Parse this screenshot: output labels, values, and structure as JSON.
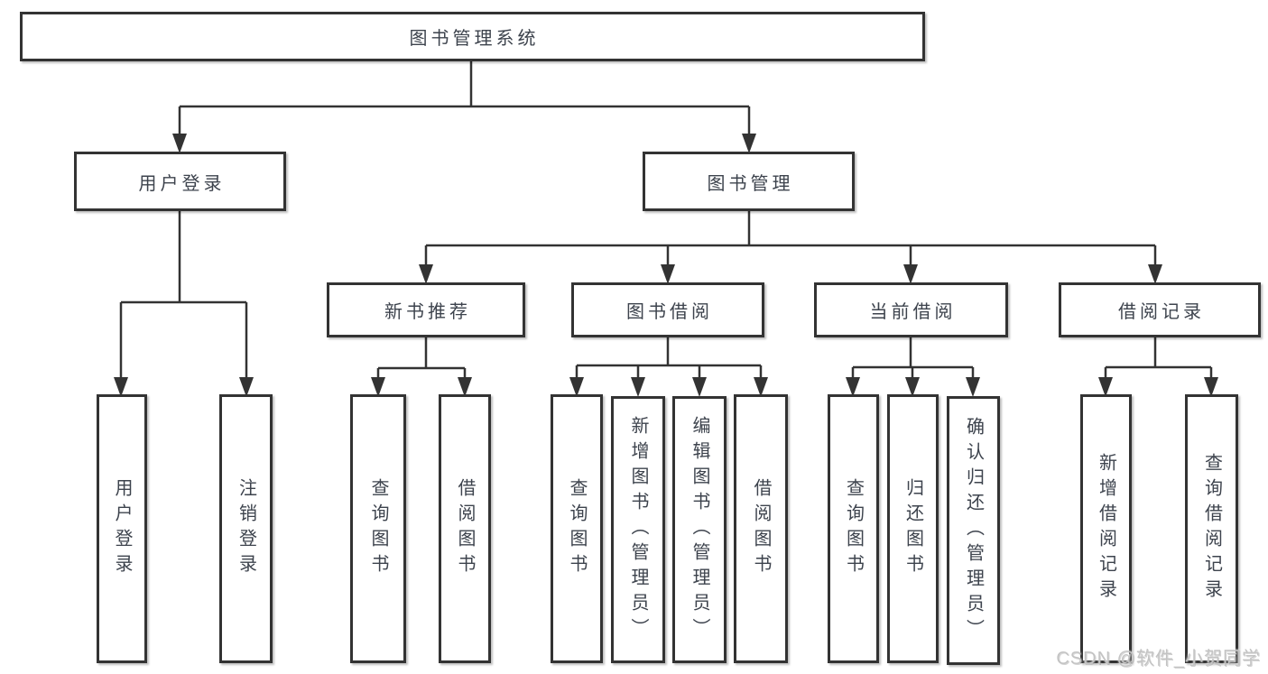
{
  "diagram": {
    "root": "图书管理系统",
    "level2": [
      "用户登录",
      "图书管理"
    ],
    "level3": [
      "新书推荐",
      "图书借阅",
      "当前借阅",
      "借阅记录"
    ],
    "leaves": [
      "用户登录",
      "注销登录",
      "查询图书",
      "借阅图书",
      "查询图书",
      "新增图书（管理员）",
      "编辑图书（管理员）",
      "借阅图书",
      "查询图书",
      "归还图书",
      "确认归还（管理员）",
      "新增借阅记录",
      "查询借阅记录"
    ],
    "tree": {
      "图书管理系统": [
        "用户登录",
        "图书管理"
      ],
      "用户登录": [
        "用户登录",
        "注销登录"
      ],
      "图书管理": [
        "新书推荐",
        "图书借阅",
        "当前借阅",
        "借阅记录"
      ],
      "新书推荐": [
        "查询图书",
        "借阅图书"
      ],
      "图书借阅": [
        "查询图书",
        "新增图书（管理员）",
        "编辑图书（管理员）",
        "借阅图书"
      ],
      "当前借阅": [
        "查询图书",
        "归还图书",
        "确认归还（管理员）"
      ],
      "借阅记录": [
        "新增借阅记录",
        "查询借阅记录"
      ]
    }
  },
  "watermark": "CSDN @软件_小贺同学",
  "colors": {
    "line": "#333333",
    "box_border": "#333333",
    "text": "#3d434d",
    "background": "#ffffff",
    "watermark": "#c3c3c3"
  }
}
